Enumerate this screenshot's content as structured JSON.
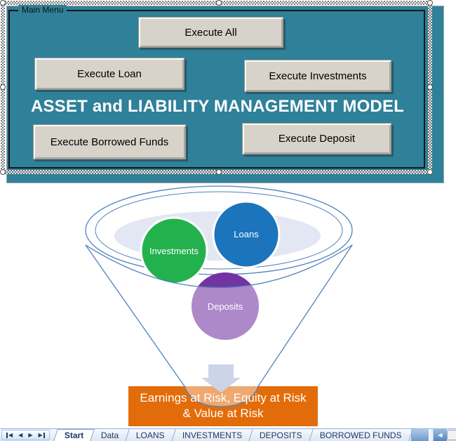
{
  "menu": {
    "frame_label": "Main Menu",
    "title": "ASSET and LIABILITY MANAGEMENT MODEL",
    "buttons": [
      {
        "id": "execute-all",
        "label": "Execute All"
      },
      {
        "id": "execute-loan",
        "label": "Execute Loan"
      },
      {
        "id": "execute-investments",
        "label": "Execute Investments"
      },
      {
        "id": "execute-borrowed-funds",
        "label": "Execute Borrowed Funds"
      },
      {
        "id": "execute-deposit",
        "label": "Execute Deposit"
      }
    ]
  },
  "diagram": {
    "type": "funnel",
    "circles": [
      {
        "label": "Investments",
        "color": "#23b14d"
      },
      {
        "label": "Loans",
        "color": "#1b74bc"
      },
      {
        "label": "Deposits",
        "color": "#7334a2"
      }
    ],
    "output_box": {
      "line1": "Earnings at Risk, Equity at Risk",
      "line2": "& Value at Risk",
      "color": "#e36c0a"
    },
    "arrow_icon": "down-arrow",
    "outline_color": "#4f81bd"
  },
  "sheet_tabs": {
    "nav_icons": [
      "tab-scroll-first",
      "tab-scroll-previous",
      "tab-scroll-next",
      "tab-scroll-last"
    ],
    "tabs": [
      {
        "label": "Start",
        "active": true
      },
      {
        "label": "Data",
        "active": false
      },
      {
        "label": "LOANS",
        "active": false
      },
      {
        "label": "INVESTMENTS",
        "active": false
      },
      {
        "label": "DEPOSITS",
        "active": false
      },
      {
        "label": "BORROWED FUNDS",
        "active": false
      }
    ],
    "scroll_left_icon": "scroll-left"
  },
  "colors": {
    "panel_teal": "#2f8099",
    "button_face": "#d7d3ca",
    "title_text": "#ffffff",
    "accent_blue": "#4f81bd",
    "lavender_fill": "#e2e7f3",
    "arrow_fill": "#ccd4e8",
    "orange": "#e36c0a",
    "tab_text": "#1f3864"
  }
}
